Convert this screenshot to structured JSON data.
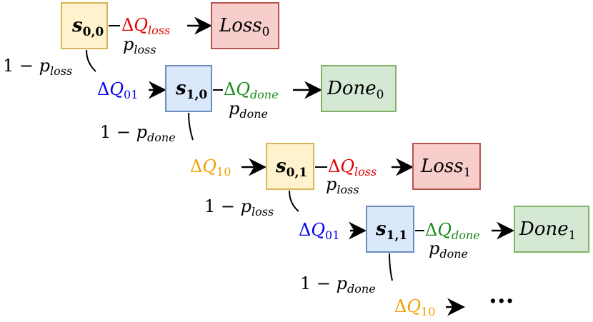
{
  "colors": {
    "state_fill": "#fff2cc",
    "state_stroke": "#d6b656",
    "state2_fill": "#dae8fc",
    "state2_stroke": "#6c8ebf",
    "loss_fill": "#f8cecc",
    "loss_stroke": "#b85450",
    "done_fill": "#d5e8d4",
    "done_stroke": "#82b366",
    "loss_text": "#e00000",
    "done_text": "#1a8a1a",
    "q01_text": "#0000ee",
    "q10_text": "#f2a000",
    "black": "#000000"
  },
  "nodes": {
    "s00": {
      "main": "s",
      "sub": "0,0"
    },
    "s10": {
      "main": "s",
      "sub": "1,0"
    },
    "s01": {
      "main": "s",
      "sub": "0,1"
    },
    "s11": {
      "main": "s",
      "sub": "1,1"
    },
    "loss0": {
      "main": "Loss",
      "sub": "0"
    },
    "loss1": {
      "main": "Loss",
      "sub": "1"
    },
    "done0": {
      "main": "Done",
      "sub": "0"
    },
    "done1": {
      "main": "Done",
      "sub": "1"
    }
  },
  "labels": {
    "dq_loss": {
      "delta": "Δ",
      "main": "Q",
      "sub": "loss"
    },
    "dq_done": {
      "delta": "Δ",
      "main": "Q",
      "sub": "done"
    },
    "dq_01": {
      "delta": "Δ",
      "main": "Q",
      "sub": "01"
    },
    "dq_10": {
      "delta": "Δ",
      "main": "Q",
      "sub": "10"
    },
    "p_loss": {
      "main": "p",
      "sub": "loss"
    },
    "p_done": {
      "main": "p",
      "sub": "done"
    },
    "one_minus_p_loss": {
      "prefix": "1 − ",
      "main": "p",
      "sub": "loss"
    },
    "one_minus_p_done": {
      "prefix": "1 − ",
      "main": "p",
      "sub": "done"
    },
    "ellipsis": "···"
  }
}
